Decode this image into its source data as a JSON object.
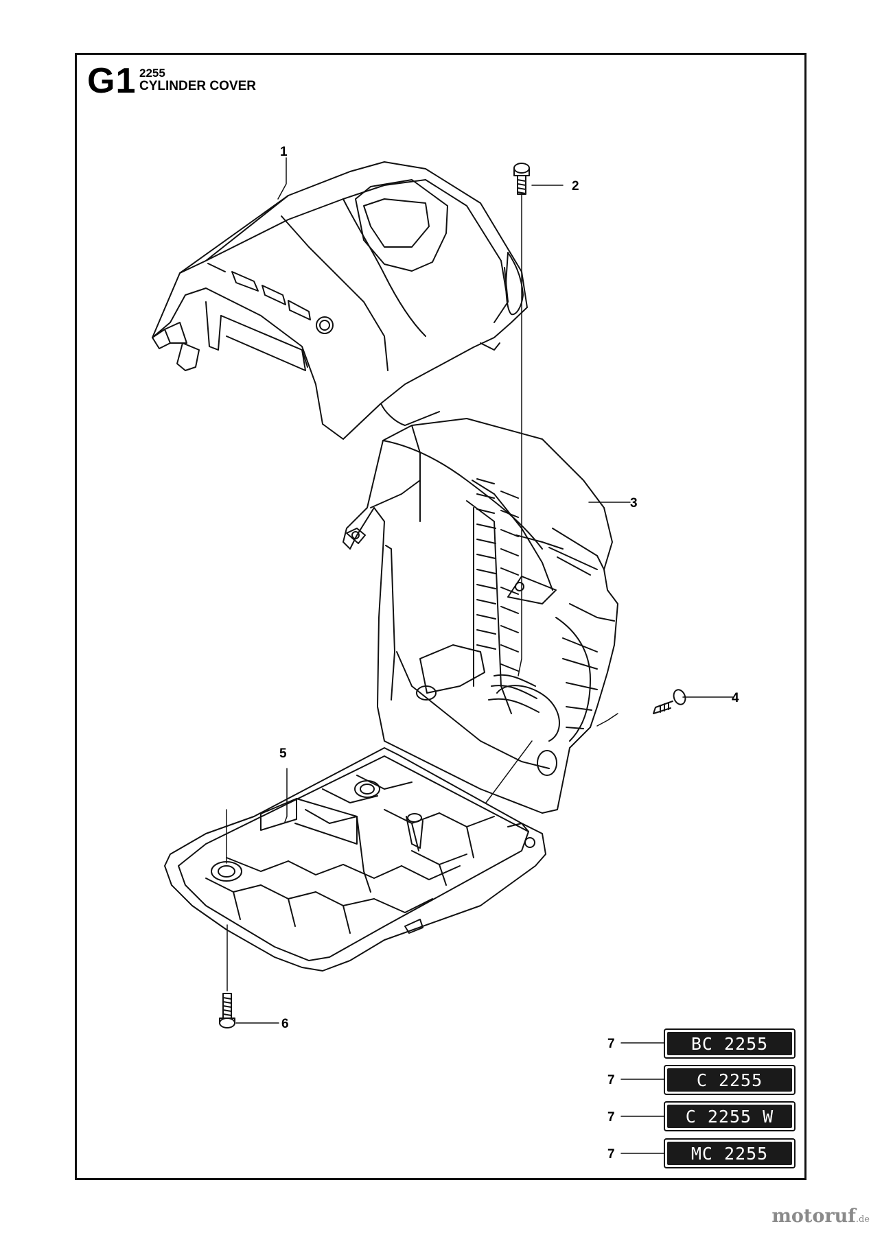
{
  "header": {
    "section_code": "G1",
    "model": "2255",
    "title": "CYLINDER COVER"
  },
  "callouts": [
    "1",
    "2",
    "3",
    "4",
    "5",
    "6",
    "7",
    "7",
    "7",
    "7"
  ],
  "decals": [
    "BC 2255",
    "C 2255",
    "C 2255 W",
    "MC 2255"
  ],
  "watermark": {
    "text": "motoruf",
    "suffix": ".de"
  },
  "colors": {
    "line": "#111111",
    "plate": "#1a1a1a",
    "watermark": "#8a8a8a"
  }
}
